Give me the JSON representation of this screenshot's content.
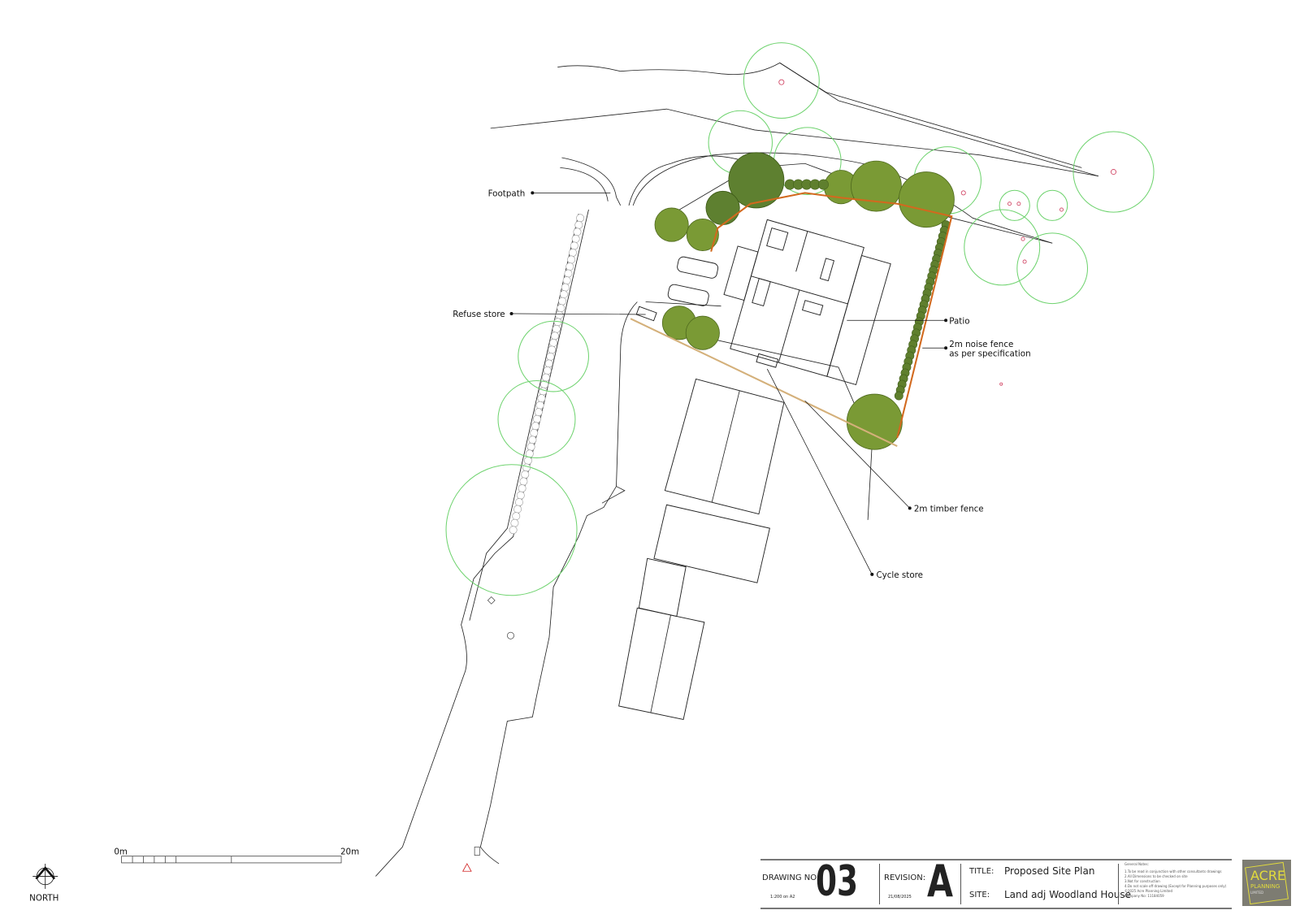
{
  "annotations": {
    "footpath": "Footpath",
    "refuse_store": "Refuse store",
    "patio": "Patio",
    "noise_fence_1": "2m noise fence",
    "noise_fence_2": "as per specification",
    "timber_fence": "2m timber fence",
    "cycle_store": "Cycle store"
  },
  "scale_bar": {
    "start": "0m",
    "end": "20m"
  },
  "north": {
    "label": "NORTH"
  },
  "title_block": {
    "drawing_no_label": "DRAWING NO:",
    "drawing_no": "03",
    "scale": "1:200 on A2",
    "revision_label": "REVISION:",
    "revision": "A",
    "date": "21/08/2025",
    "title_label": "TITLE:",
    "title": "Proposed Site Plan",
    "site_label": "SITE:",
    "site": "Land adj Woodland House",
    "notes_heading": "General Notes:",
    "notes": [
      "1.To be read in conjunction with other consultants drawings",
      "2.All Dimensions to be checked on site",
      "3.Not for construction",
      "4.Do not scale off drawing (Except for Planning purposes only)"
    ],
    "copyright": "©2025 Acre Planning Limited",
    "company_no": "Company No: 11184059"
  },
  "logo": {
    "line1": "ACRE",
    "line2": "PLANNING",
    "line3": "LIMITED"
  },
  "colors": {
    "tree_dark": "#7a9a35",
    "tree_outline": "#6fd36f",
    "noise_fence": "#d2691e",
    "timber_fence": "#d4b07a",
    "logo_bg": "#7d7c72",
    "logo_text": "#e3dc3c"
  }
}
